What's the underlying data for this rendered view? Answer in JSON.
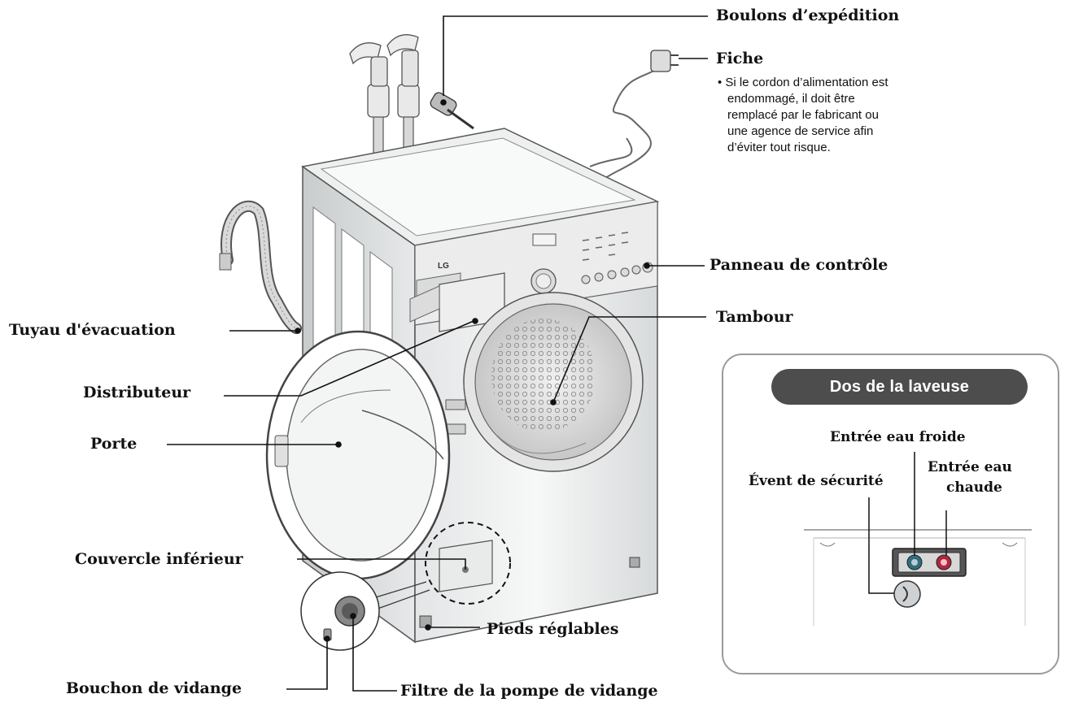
{
  "labels": {
    "shipping_bolts": "Boulons d’expédition",
    "plug": "Fiche",
    "plug_note": [
      "• Si le cordon d’alimentation est",
      "endommagé, il doit être",
      "remplacé par le fabricant ou",
      "une agence de service afin",
      "d’éviter tout risque."
    ],
    "control_panel": "Panneau de contrôle",
    "drum": "Tambour",
    "drain_hose": "Tuyau d'évacuation",
    "dispenser": "Distributeur",
    "door": "Porte",
    "lower_cover": "Couvercle inférieur",
    "adjustable_feet": "Pieds réglables",
    "drain_plug": "Bouchon de vidange",
    "drain_pump_filter": "Filtre de la pompe de vidange"
  },
  "inset": {
    "title": "Dos de la laveuse",
    "cold_inlet": "Entrée eau froide",
    "safety_vent": "Évent de sécurité",
    "hot_inlet_line1": "Entrée eau",
    "hot_inlet_line2": "chaude"
  },
  "brand": {
    "logo": "LG"
  },
  "colors": {
    "line": "#111111",
    "inset_border": "#9a9a9a",
    "inset_title_bg": "#4d4d4d",
    "hot_inlet": "#b0283a",
    "cold_inlet": "#2f6d7a"
  }
}
